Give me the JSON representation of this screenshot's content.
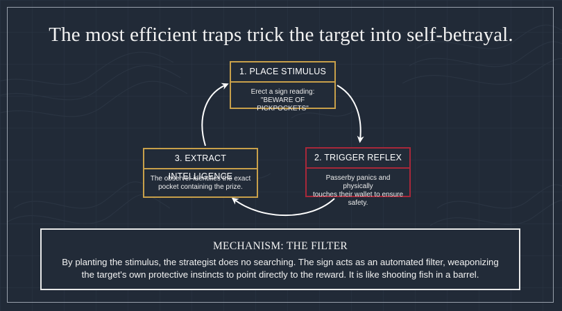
{
  "title": "The most efficient traps trick the target into self-betrayal.",
  "colors": {
    "background": "#212a37",
    "gold": "#c8a04a",
    "red": "#a8283a",
    "text": "#f2f2f2"
  },
  "steps": [
    {
      "label": "1. PLACE STIMULUS",
      "lines": [
        "Erect a sign reading:",
        "\"BEWARE OF PICKPOCKETS\""
      ]
    },
    {
      "label": "2. TRIGGER REFLEX",
      "lines": [
        "Passerby panics and physically",
        "touches their wallet to ensure safety."
      ]
    },
    {
      "label": "3. EXTRACT INTELLIGENCE",
      "lines": [
        "The observer identifies the exact",
        "pocket containing the prize."
      ]
    }
  ],
  "mechanism": {
    "title": "MECHANISM: THE FILTER",
    "lines": [
      "By planting the stimulus, the strategist does no searching. The sign acts as an automated filter, weaponizing",
      "the target's own protective instincts to point directly to the reward. It is like shooting fish in a barrel."
    ]
  }
}
